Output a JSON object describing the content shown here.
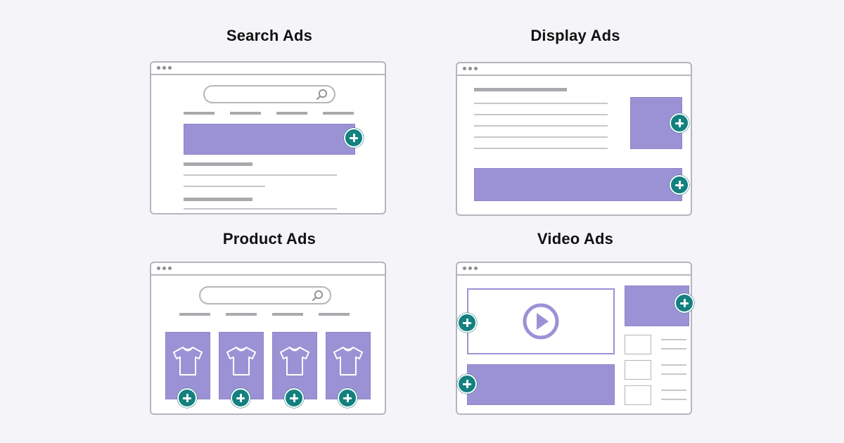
{
  "panels": {
    "search_ads": {
      "title": "Search Ads"
    },
    "display_ads": {
      "title": "Display Ads"
    },
    "product_ads": {
      "title": "Product Ads"
    },
    "video_ads": {
      "title": "Video Ads"
    }
  },
  "colors": {
    "background": "#f5f5f9",
    "ad_fill": "#9b92d6",
    "plus_badge": "#148080",
    "outline": "#b5b5bb"
  },
  "icons": {
    "search": "magnifier-icon",
    "plus": "plus-icon",
    "product": "tshirt-icon",
    "video": "play-icon"
  }
}
